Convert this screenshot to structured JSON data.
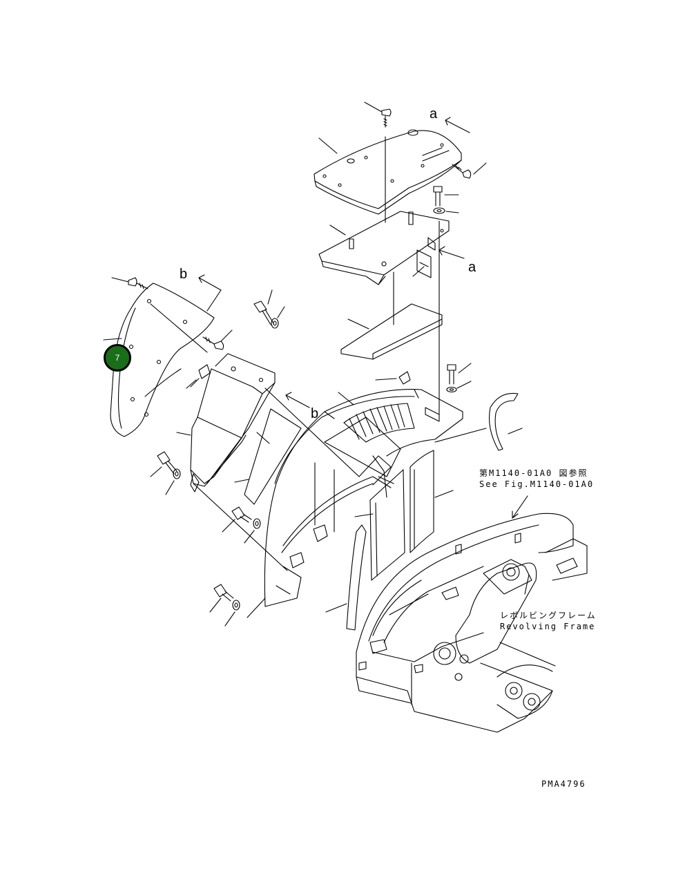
{
  "view_refs": {
    "a_top": "a",
    "a_mid": "a",
    "b_top": "b",
    "b_mid": "b"
  },
  "notes": {
    "see_fig_jp": "第M1140-01A0 図参照",
    "see_fig_en": "See Fig.M1140-01A0",
    "frame_jp": "レボルビングフレーム",
    "frame_en": "Revolving Frame"
  },
  "callout": {
    "number": "7",
    "color": "#1a6e1a"
  },
  "drawing_code": "PMA4796"
}
